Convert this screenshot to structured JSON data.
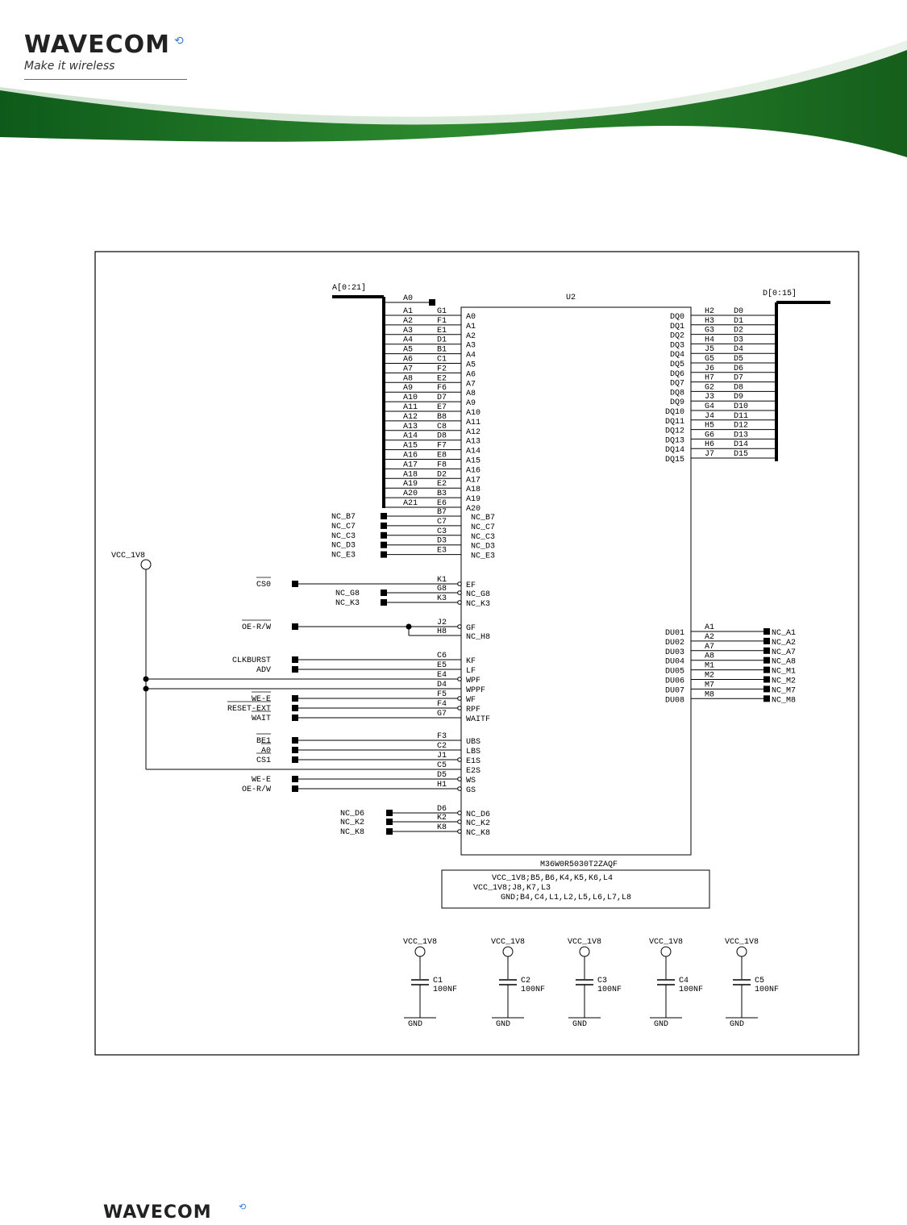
{
  "header": {
    "brand": "WAVECOM",
    "tagline": "Make it wireless"
  },
  "footer": {
    "brand": "WAVECOM"
  },
  "schematic": {
    "component_ref": "U2",
    "part_number": "M36W0R5030T2ZAQF",
    "address_bus": "A[0:21]",
    "data_bus": "D[0:15]",
    "power_rail": "VCC_1V8",
    "address_pins": [
      {
        "net": "A1",
        "ball": "G1",
        "pin": "A0"
      },
      {
        "net": "A2",
        "ball": "F1",
        "pin": "A1"
      },
      {
        "net": "A3",
        "ball": "E1",
        "pin": "A2"
      },
      {
        "net": "A4",
        "ball": "D1",
        "pin": "A3"
      },
      {
        "net": "A5",
        "ball": "B1",
        "pin": "A4"
      },
      {
        "net": "A6",
        "ball": "C1",
        "pin": "A5"
      },
      {
        "net": "A7",
        "ball": "F2",
        "pin": "A6"
      },
      {
        "net": "A8",
        "ball": "E2",
        "pin": "A7"
      },
      {
        "net": "A9",
        "ball": "F6",
        "pin": "A8"
      },
      {
        "net": "A10",
        "ball": "D7",
        "pin": "A9"
      },
      {
        "net": "A11",
        "ball": "E7",
        "pin": "A10"
      },
      {
        "net": "A12",
        "ball": "B8",
        "pin": "A11"
      },
      {
        "net": "A13",
        "ball": "C8",
        "pin": "A12"
      },
      {
        "net": "A14",
        "ball": "D8",
        "pin": "A13"
      },
      {
        "net": "A15",
        "ball": "F7",
        "pin": "A14"
      },
      {
        "net": "A16",
        "ball": "E8",
        "pin": "A15"
      },
      {
        "net": "A17",
        "ball": "F8",
        "pin": "A16"
      },
      {
        "net": "A18",
        "ball": "D2",
        "pin": "A17"
      },
      {
        "net": "A19",
        "ball": "E2",
        "pin": "A18"
      },
      {
        "net": "A20",
        "ball": "B3",
        "pin": "A19"
      },
      {
        "net": "A21",
        "ball": "E6",
        "pin": "A20"
      }
    ],
    "nc_left": [
      {
        "net": "NC_B7",
        "ball": "B7",
        "pin": "NC_B7"
      },
      {
        "net": "NC_C7",
        "ball": "C7",
        "pin": "NC_C7"
      },
      {
        "net": "NC_C3",
        "ball": "C3",
        "pin": "NC_C3"
      },
      {
        "net": "NC_D3",
        "ball": "D3",
        "pin": "NC_D3"
      },
      {
        "net": "NC_E3",
        "ball": "E3",
        "pin": "NC_E3"
      }
    ],
    "control_pins": [
      {
        "net": "CS0",
        "ball": "K1",
        "pin": "EF",
        "dot": false,
        "bubble": true
      },
      {
        "net": "NC_G8",
        "ball": "G8",
        "pin": "NC_G8",
        "dot": false,
        "bubble": true
      },
      {
        "net": "NC_K3",
        "ball": "K3",
        "pin": "NC_K3",
        "dot": false,
        "bubble": true
      },
      {
        "net": "OE-R/W",
        "ball": "J2",
        "pin": "GF",
        "dot": false,
        "bubble": true
      },
      {
        "net": "",
        "ball": "H8",
        "pin": "NC_H8",
        "dot": false,
        "bubble": false
      },
      {
        "net": "CLKBURST",
        "ball": "C6",
        "pin": "KF",
        "dot": false,
        "bubble": false
      },
      {
        "net": "ADV",
        "ball": "E5",
        "pin": "LF",
        "dot": false,
        "bubble": false
      },
      {
        "net": "",
        "ball": "E4",
        "pin": "WPF",
        "dot": false,
        "bubble": true
      },
      {
        "net": "",
        "ball": "D4",
        "pin": "WPPF",
        "dot": false,
        "bubble": false
      },
      {
        "net": "WE-E",
        "ball": "F5",
        "pin": "WF",
        "dot": false,
        "bubble": true
      },
      {
        "net": "RESET-EXT",
        "ball": "F4",
        "pin": "RPF",
        "dot": false,
        "bubble": true
      },
      {
        "net": "WAIT",
        "ball": "G7",
        "pin": "WAITF",
        "dot": false,
        "bubble": false
      },
      {
        "net": "BE1",
        "ball": "F3",
        "pin": "UBS",
        "dot": false,
        "bubble": false
      },
      {
        "net": "A0",
        "ball": "C2",
        "pin": "LBS",
        "dot": false,
        "bubble": false
      },
      {
        "net": "CS1",
        "ball": "J1",
        "pin": "E1S",
        "dot": false,
        "bubble": true
      },
      {
        "net": "",
        "ball": "C5",
        "pin": "E2S",
        "dot": false,
        "bubble": false
      },
      {
        "net": "WE-E",
        "ball": "D5",
        "pin": "WS",
        "dot": false,
        "bubble": true
      },
      {
        "net": "OE-R/W",
        "ball": "H1",
        "pin": "GS",
        "dot": false,
        "bubble": true
      },
      {
        "net": "NC_D6",
        "ball": "D6",
        "pin": "NC_D6",
        "dot": false,
        "bubble": true
      },
      {
        "net": "NC_K2",
        "ball": "K2",
        "pin": "NC_K2",
        "dot": false,
        "bubble": true
      },
      {
        "net": "NC_K8",
        "ball": "K8",
        "pin": "NC_K8",
        "dot": false,
        "bubble": true
      }
    ],
    "data_pins": [
      {
        "pin": "DQ0",
        "ball": "H2",
        "net": "D0"
      },
      {
        "pin": "DQ1",
        "ball": "H3",
        "net": "D1"
      },
      {
        "pin": "DQ2",
        "ball": "G3",
        "net": "D2"
      },
      {
        "pin": "DQ3",
        "ball": "H4",
        "net": "D3"
      },
      {
        "pin": "DQ4",
        "ball": "J5",
        "net": "D4"
      },
      {
        "pin": "DQ5",
        "ball": "G5",
        "net": "D5"
      },
      {
        "pin": "DQ6",
        "ball": "J6",
        "net": "D6"
      },
      {
        "pin": "DQ7",
        "ball": "H7",
        "net": "D7"
      },
      {
        "pin": "DQ8",
        "ball": "G2",
        "net": "D8"
      },
      {
        "pin": "DQ9",
        "ball": "J3",
        "net": "D9"
      },
      {
        "pin": "DQ10",
        "ball": "G4",
        "net": "D10"
      },
      {
        "pin": "DQ11",
        "ball": "J4",
        "net": "D11"
      },
      {
        "pin": "DQ12",
        "ball": "H5",
        "net": "D12"
      },
      {
        "pin": "DQ13",
        "ball": "G6",
        "net": "D13"
      },
      {
        "pin": "DQ14",
        "ball": "H6",
        "net": "D14"
      },
      {
        "pin": "DQ15",
        "ball": "J7",
        "net": "D15"
      }
    ],
    "du_pins": [
      {
        "pin": "DU01",
        "ball": "A1",
        "net": "NC_A1"
      },
      {
        "pin": "DU02",
        "ball": "A2",
        "net": "NC_A2"
      },
      {
        "pin": "DU03",
        "ball": "A7",
        "net": "NC_A7"
      },
      {
        "pin": "DU04",
        "ball": "A8",
        "net": "NC_A8"
      },
      {
        "pin": "DU05",
        "ball": "M1",
        "net": "NC_M1"
      },
      {
        "pin": "DU06",
        "ball": "M2",
        "net": "NC_M2"
      },
      {
        "pin": "DU07",
        "ball": "M7",
        "net": "NC_M7"
      },
      {
        "pin": "DU08",
        "ball": "M8",
        "net": "NC_M8"
      }
    ],
    "power_notes": [
      "VCC_1V8;B5,B6,K4,K5,K6,L4",
      "VCC_1V8;J8,K7,L3",
      "GND;B4,C4,L1,L2,L5,L6,L7,L8"
    ],
    "capacitors": [
      {
        "ref": "C1",
        "value": "100NF",
        "supply": "VCC_1V8",
        "ground": "GND"
      },
      {
        "ref": "C2",
        "value": "100NF",
        "supply": "VCC_1V8",
        "ground": "GND"
      },
      {
        "ref": "C3",
        "value": "100NF",
        "supply": "VCC_1V8",
        "ground": "GND"
      },
      {
        "ref": "C4",
        "value": "100NF",
        "supply": "VCC_1V8",
        "ground": "GND"
      },
      {
        "ref": "C5",
        "value": "100NF",
        "supply": "VCC_1V8",
        "ground": "GND"
      }
    ]
  }
}
